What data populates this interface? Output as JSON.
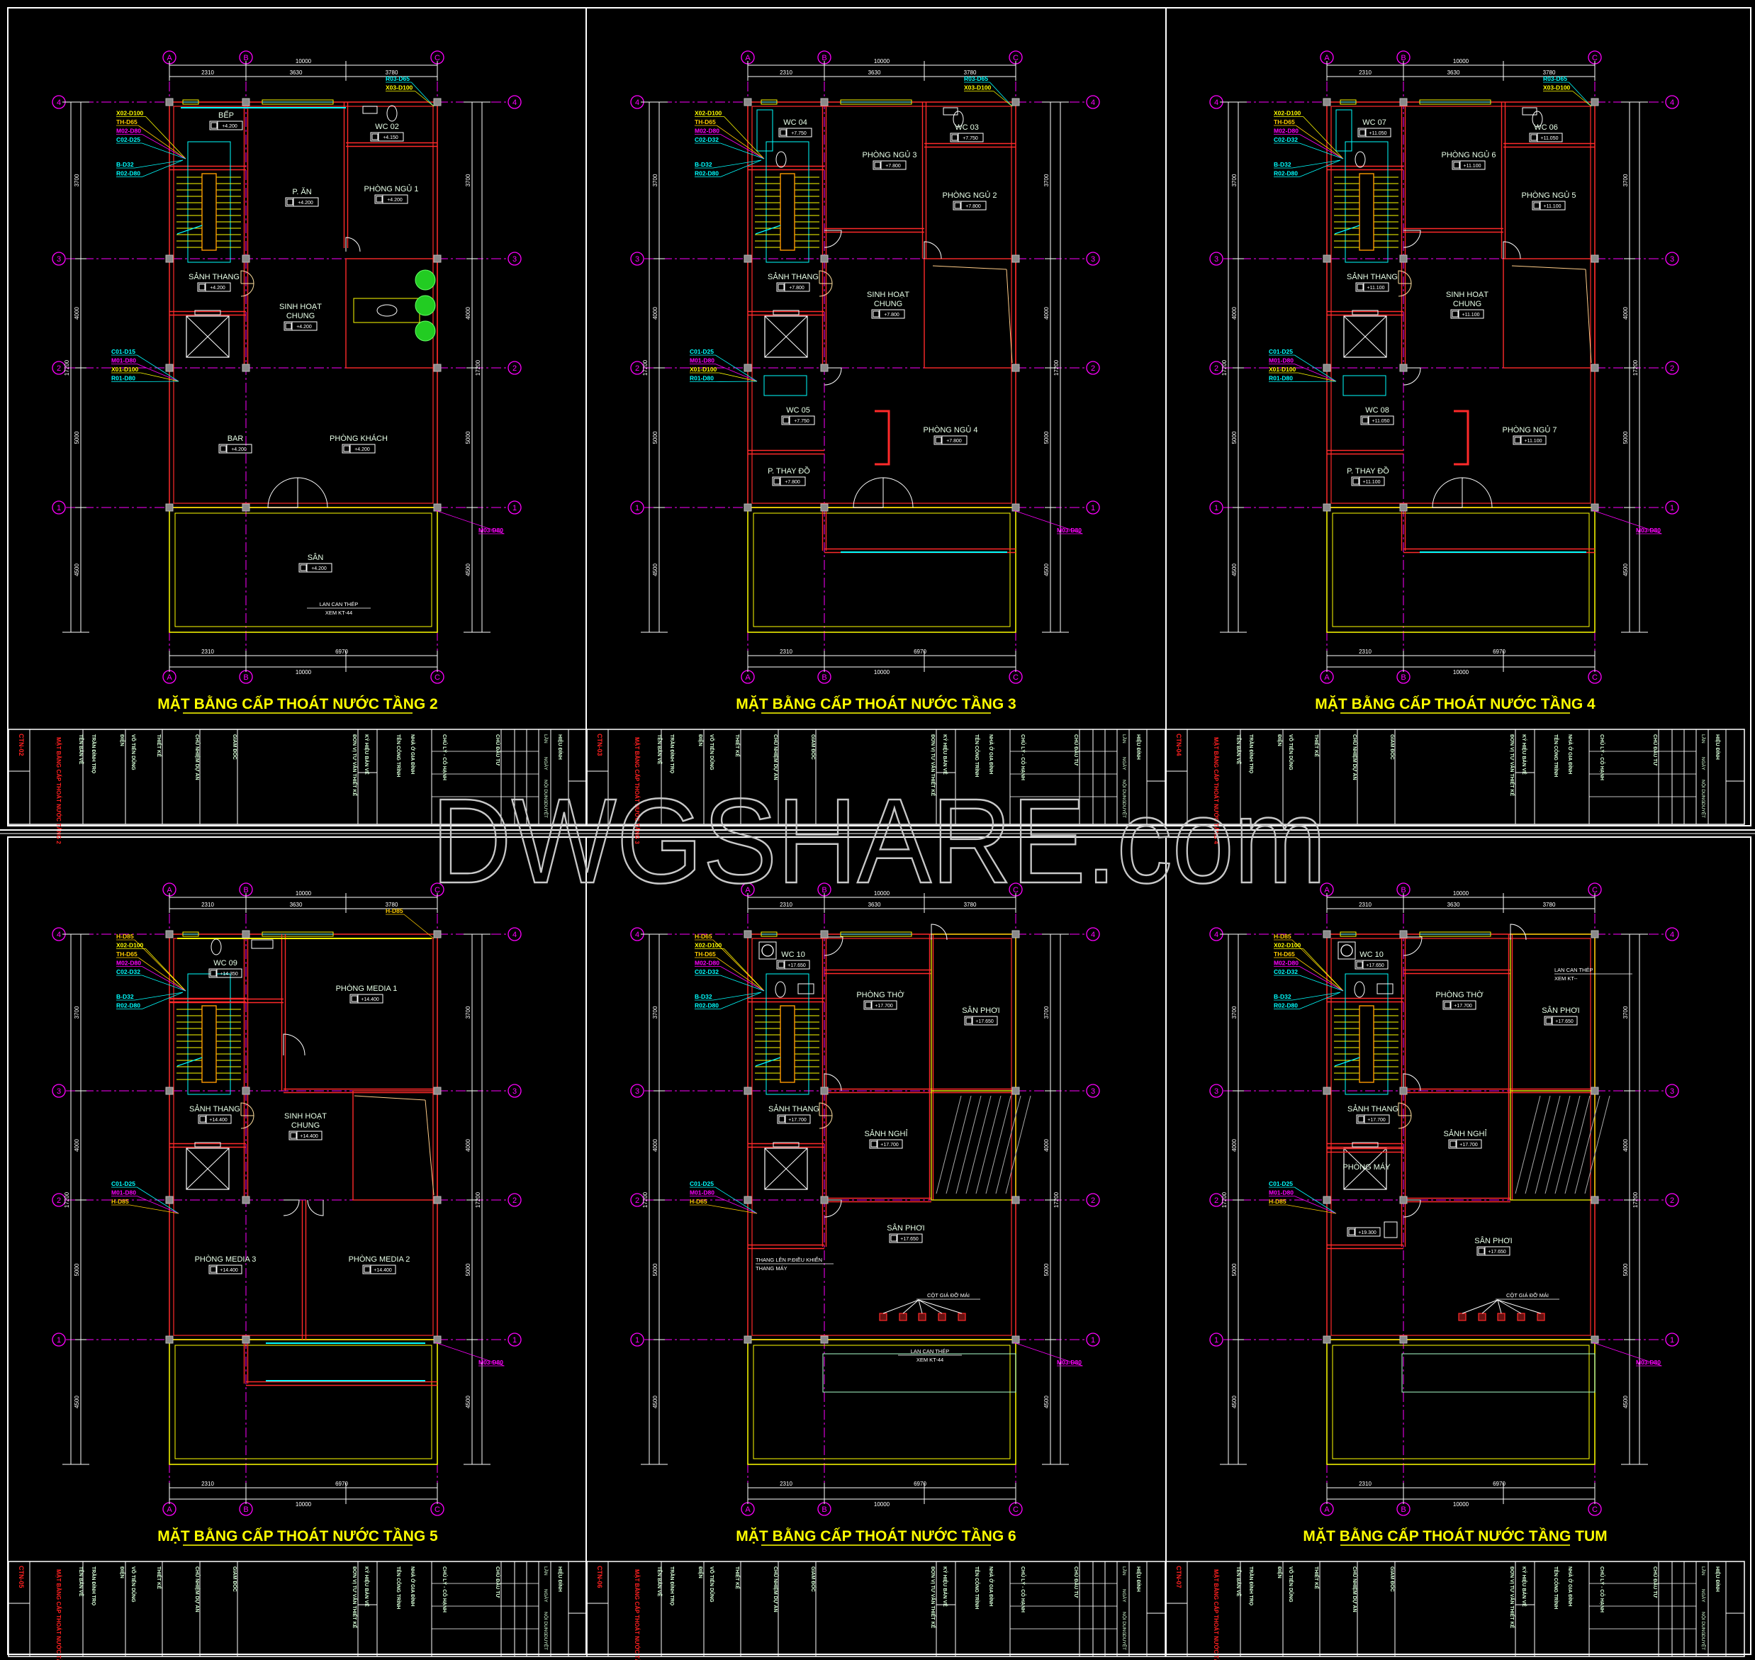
{
  "watermark": "DWGSHARE.com",
  "colors": {
    "background": "#000000",
    "wall": "#ff2a2a",
    "grid": "#ff00ff",
    "dimension": "#ffffff",
    "title": "#ffff00",
    "sheet_red": "#ff2020",
    "text": "#e8ffe8",
    "cyan": "#00ffff",
    "yellow": "#ffff00",
    "orange": "#ffcc00",
    "magenta": "#ff00ff",
    "column": "#8a8a8a"
  },
  "grid": {
    "rows": [
      "4",
      "3",
      "2",
      "1"
    ],
    "cols": [
      "A",
      "B",
      "C"
    ]
  },
  "dims": {
    "overall": "10000",
    "top": [
      "2310",
      "3630",
      "3780"
    ],
    "bottom": [
      "2310",
      "6970"
    ],
    "left": [
      "3700",
      "4000",
      "5000",
      "4500"
    ],
    "total_v": "17200"
  },
  "titleblock": {
    "sheet_label": "TÊN BẢN VẼ",
    "person1": "TRẦN ĐÌNH TRỌ",
    "role1": "ĐIỆN",
    "person2": "VÕ TIẾN DŨNG",
    "role2": "THIẾT KẾ",
    "role3": "CHỦ NHIỆM DỰ ÁN",
    "role4": "GIÁM ĐỐC",
    "consultant": "ĐƠN VỊ TƯ VẤN THIẾT KẾ",
    "code_label": "KÝ HIỆU BẢN VẼ",
    "project_label": "TÊN CÔNG TRÌNH",
    "project": "NHÀ Ở GIA ĐÌNH",
    "owner_label": "CHỦ ĐẦU TƯ",
    "owner": "CHỦ LÝ - CÔ HẠNH",
    "revision": "HIỆU ĐÍNH",
    "rev_cols": [
      "LẦN",
      "NGÀY",
      "NỘI DUNG",
      "DUYỆT"
    ]
  },
  "floors": [
    {
      "title": "MẶT BẰNG CẤP THOÁT NƯỚC TẦNG 2",
      "sheet_code": "CTN-02",
      "rooms": [
        {
          "name": "BẾP",
          "elev": "+4.200"
        },
        {
          "name": "WC 02",
          "elev": "+4.150"
        },
        {
          "name": "P. ĂN",
          "elev": "+4.200"
        },
        {
          "name": "PHÒNG NGỦ 1",
          "elev": "+4.200"
        },
        {
          "name": "SẢNH THANG",
          "elev": "+4.200"
        },
        {
          "name": "SINH HOẠT",
          "name2": "CHUNG",
          "elev": "+4.200"
        },
        {
          "name": "BAR",
          "elev": "+4.200"
        },
        {
          "name": "PHÒNG KHÁCH",
          "elev": "+4.200"
        },
        {
          "name": "SÂN",
          "elev": "+4.200"
        }
      ],
      "notes": [
        [
          "LAN CAN THÉP",
          "XEM KT-44"
        ]
      ],
      "pipes": {
        "top": [
          {
            "label": "X02-D100",
            "color": "#ffff00"
          },
          {
            "label": "TH-D65",
            "color": "#ffcc00"
          },
          {
            "label": "M02-D80",
            "color": "#ff00ff"
          },
          {
            "label": "C02-D25",
            "color": "#00ffff"
          }
        ],
        "mid": [
          {
            "label": "B-D32",
            "color": "#00ffff"
          },
          {
            "label": "R02-D80",
            "color": "#00ffff"
          }
        ],
        "left": [
          {
            "label": "C01-D15",
            "color": "#00ffff"
          },
          {
            "label": "M01-D80",
            "color": "#ff00ff"
          },
          {
            "label": "X01-D100",
            "color": "#ffff00"
          },
          {
            "label": "R01-D80",
            "color": "#00ffff"
          }
        ],
        "top_right": [
          {
            "label": "R03-D65",
            "color": "#00ffff"
          },
          {
            "label": "X03-D100",
            "color": "#ffff00"
          }
        ],
        "bottom_right": [
          {
            "label": "M03-D80",
            "color": "#ff00ff"
          }
        ]
      }
    },
    {
      "title": "MẶT BẰNG CẤP THOÁT NƯỚC TẦNG 3",
      "sheet_code": "CTN-03",
      "rooms": [
        {
          "name": "WC 04",
          "elev": "+7.750"
        },
        {
          "name": "PHÒNG NGỦ 3",
          "elev": "+7.800"
        },
        {
          "name": "WC 03",
          "elev": "+7.750"
        },
        {
          "name": "PHÒNG NGỦ 2",
          "elev": "+7.800"
        },
        {
          "name": "SẢNH THANG",
          "elev": "+7.800"
        },
        {
          "name": "SINH HOẠT",
          "name2": "CHUNG",
          "elev": "+7.800"
        },
        {
          "name": "WC 05",
          "elev": "+7.750"
        },
        {
          "name": "PHÒNG NGỦ 4",
          "elev": "+7.800"
        },
        {
          "name": "P. THAY ĐỒ",
          "elev": "+7.800"
        }
      ],
      "notes": [],
      "pipes": {
        "top": [
          {
            "label": "X02-D100",
            "color": "#ffff00"
          },
          {
            "label": "TH-D65",
            "color": "#ffcc00"
          },
          {
            "label": "M02-D80",
            "color": "#ff00ff"
          },
          {
            "label": "C02-D32",
            "color": "#00ffff"
          }
        ],
        "mid": [
          {
            "label": "B-D32",
            "color": "#00ffff"
          },
          {
            "label": "R02-D80",
            "color": "#00ffff"
          }
        ],
        "left": [
          {
            "label": "C01-D25",
            "color": "#00ffff"
          },
          {
            "label": "M01-D80",
            "color": "#ff00ff"
          },
          {
            "label": "X01-D100",
            "color": "#ffff00"
          },
          {
            "label": "R01-D80",
            "color": "#00ffff"
          }
        ],
        "top_right": [
          {
            "label": "R03-D65",
            "color": "#00ffff"
          },
          {
            "label": "X03-D100",
            "color": "#ffff00"
          }
        ],
        "bottom_right": [
          {
            "label": "M03-D80",
            "color": "#ff00ff"
          }
        ]
      }
    },
    {
      "title": "MẶT BẰNG CẤP THOÁT NƯỚC TẦNG 4",
      "sheet_code": "CTN-04",
      "rooms": [
        {
          "name": "WC 07",
          "elev": "+11.050"
        },
        {
          "name": "PHÒNG NGỦ 6",
          "elev": "+11.100"
        },
        {
          "name": "WC 06",
          "elev": "+11.050"
        },
        {
          "name": "PHÒNG NGỦ 5",
          "elev": "+11.100"
        },
        {
          "name": "SẢNH THANG",
          "elev": "+11.100"
        },
        {
          "name": "SINH HOẠT",
          "name2": "CHUNG",
          "elev": "+11.100"
        },
        {
          "name": "WC 08",
          "elev": "+11.050"
        },
        {
          "name": "PHÒNG NGỦ 7",
          "elev": "+11.100"
        },
        {
          "name": "P. THAY ĐỒ",
          "elev": "+11.100"
        }
      ],
      "notes": [],
      "pipes": {
        "top": [
          {
            "label": "X02-D100",
            "color": "#ffff00"
          },
          {
            "label": "TH-D65",
            "color": "#ffcc00"
          },
          {
            "label": "M02-D80",
            "color": "#ff00ff"
          },
          {
            "label": "C02-D32",
            "color": "#00ffff"
          }
        ],
        "mid": [
          {
            "label": "B-D32",
            "color": "#00ffff"
          },
          {
            "label": "R02-D80",
            "color": "#00ffff"
          }
        ],
        "left": [
          {
            "label": "C01-D25",
            "color": "#00ffff"
          },
          {
            "label": "M01-D80",
            "color": "#ff00ff"
          },
          {
            "label": "X01-D100",
            "color": "#ffff00"
          },
          {
            "label": "R01-D80",
            "color": "#00ffff"
          }
        ],
        "top_right": [
          {
            "label": "R03-D65",
            "color": "#00ffff"
          },
          {
            "label": "X03-D100",
            "color": "#ffff00"
          }
        ],
        "bottom_right": [
          {
            "label": "M03-D80",
            "color": "#ff00ff"
          }
        ]
      }
    },
    {
      "title": "MẶT BẰNG CẤP THOÁT NƯỚC TẦNG 5",
      "sheet_code": "CTN-05",
      "rooms": [
        {
          "name": "WC 09",
          "elev": "+14.350"
        },
        {
          "name": "PHÒNG MEDIA 1",
          "elev": "+14.400"
        },
        {
          "name": "SẢNH THANG",
          "elev": "+14.400"
        },
        {
          "name": "SINH HOẠT",
          "name2": "CHUNG",
          "elev": "+14.400"
        },
        {
          "name": "PHÒNG MEDIA 3",
          "elev": "+14.400"
        },
        {
          "name": "PHÒNG MEDIA 2",
          "elev": "+14.400"
        }
      ],
      "notes": [],
      "pipes": {
        "top": [
          {
            "label": "H-D85",
            "color": "#ffcc00"
          },
          {
            "label": "X02-D100",
            "color": "#ffff00"
          },
          {
            "label": "TH-D65",
            "color": "#ffcc00"
          },
          {
            "label": "M02-D80",
            "color": "#ff00ff"
          },
          {
            "label": "C02-D32",
            "color": "#00ffff"
          }
        ],
        "mid": [
          {
            "label": "B-D32",
            "color": "#00ffff"
          },
          {
            "label": "R02-D80",
            "color": "#00ffff"
          }
        ],
        "left": [
          {
            "label": "C01-D25",
            "color": "#00ffff"
          },
          {
            "label": "M01-D80",
            "color": "#ff00ff"
          },
          {
            "label": "H-D85",
            "color": "#ffcc00"
          }
        ],
        "top_right": [
          {
            "label": "H-D85",
            "color": "#ffcc00"
          }
        ],
        "bottom_right": [
          {
            "label": "M03-D80",
            "color": "#ff00ff"
          }
        ]
      }
    },
    {
      "title": "MẶT BẰNG CẤP THOÁT NƯỚC TẦNG 6",
      "sheet_code": "CTN-06",
      "rooms": [
        {
          "name": "WC 10",
          "elev": "+17.650"
        },
        {
          "name": "PHÒNG THỜ",
          "elev": "+17.700"
        },
        {
          "name": "SÂN PHƠI",
          "elev": "+17.650"
        },
        {
          "name": "SẢNH THANG",
          "elev": "+17.700"
        },
        {
          "name": "SẢNH NGHỈ",
          "elev": "+17.700"
        },
        {
          "name": "SÂN PHƠI",
          "elev": "+17.650"
        }
      ],
      "notes": [
        [
          "THANG LÊN P.ĐIỀU KHIỂN",
          "THANG MÁY"
        ],
        [
          "CỘT GIÁ ĐỠ MÁI"
        ],
        [
          "LAN CAN THÉP",
          "XEM KT-44"
        ]
      ],
      "pipes": {
        "top": [
          {
            "label": "H-D65",
            "color": "#ffcc00"
          },
          {
            "label": "X02-D100",
            "color": "#ffff00"
          },
          {
            "label": "TH-D65",
            "color": "#ffcc00"
          },
          {
            "label": "M02-D80",
            "color": "#ff00ff"
          },
          {
            "label": "C02-D32",
            "color": "#00ffff"
          }
        ],
        "mid": [
          {
            "label": "B-D32",
            "color": "#00ffff"
          },
          {
            "label": "R02-D80",
            "color": "#00ffff"
          }
        ],
        "left": [
          {
            "label": "C01-D25",
            "color": "#00ffff"
          },
          {
            "label": "M01-D80",
            "color": "#ff00ff"
          },
          {
            "label": "H-D65",
            "color": "#ffcc00"
          }
        ],
        "top_right": [],
        "bottom_right": [
          {
            "label": "M03-D80",
            "color": "#ff00ff"
          }
        ]
      }
    },
    {
      "title": "MẶT BẰNG CẤP THOÁT NƯỚC TẦNG TUM",
      "sheet_code": "CTN-07",
      "rooms": [
        {
          "name": "WC 10",
          "elev": "+17.650"
        },
        {
          "name": "PHÒNG THỜ",
          "elev": "+17.700"
        },
        {
          "name": "SÂN PHƠI",
          "elev": "+17.650"
        },
        {
          "name": "SẢNH THANG",
          "elev": "+17.700"
        },
        {
          "name": "SẢNH NGHỈ",
          "elev": "+17.700"
        },
        {
          "name": "PHÒNG MÁY"
        },
        {
          "name": "",
          "elev": "+19.300"
        },
        {
          "name": "SÂN PHƠI",
          "elev": "+17.650"
        }
      ],
      "notes": [
        [
          "LAN CAN THÉP",
          "XEM KT--"
        ],
        [
          "CỘT GIÁ ĐỠ MÁI"
        ]
      ],
      "pipes": {
        "top": [
          {
            "label": "H-D85",
            "color": "#ffcc00"
          },
          {
            "label": "X02-D100",
            "color": "#ffff00"
          },
          {
            "label": "TH-D65",
            "color": "#ffcc00"
          },
          {
            "label": "M02-D80",
            "color": "#ff00ff"
          },
          {
            "label": "C02-D32",
            "color": "#00ffff"
          }
        ],
        "mid": [
          {
            "label": "B-D32",
            "color": "#00ffff"
          },
          {
            "label": "R02-D80",
            "color": "#00ffff"
          }
        ],
        "left": [
          {
            "label": "C01-D25",
            "color": "#00ffff"
          },
          {
            "label": "M01-D80",
            "color": "#ff00ff"
          },
          {
            "label": "H-D85",
            "color": "#ffcc00"
          }
        ],
        "top_right": [],
        "bottom_right": [
          {
            "label": "M03-D80",
            "color": "#ff00ff"
          }
        ]
      }
    }
  ]
}
